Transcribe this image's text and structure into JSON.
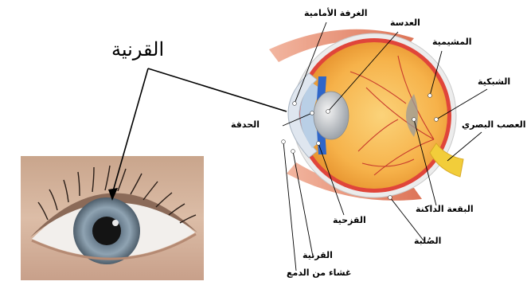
{
  "photo_callout": {
    "label": "القرنية"
  },
  "diagram_labels": {
    "anterior_chamber": "الغرفة الأمامية",
    "lens": "العدسة",
    "choroid": "المشيمية",
    "retina": "الشبكية",
    "optic_nerve": "العصب البصري",
    "pupil": "الحدقة",
    "blind_spot": "البقعة الداكنة",
    "iris": "القزحية",
    "cornea": "القرنية",
    "sclera": "الصُلبة",
    "tear_film": "غشاء من الدمع"
  },
  "colors": {
    "eyeball_fill": "#f6b24a",
    "sclera_rim": "#ececec",
    "retina_red": "#e0453a",
    "iris_blue": "#2f66c9",
    "optic_nerve": "#f2cd3a",
    "muscle": "#e98a6d",
    "iris_photo": "#8397a6"
  }
}
